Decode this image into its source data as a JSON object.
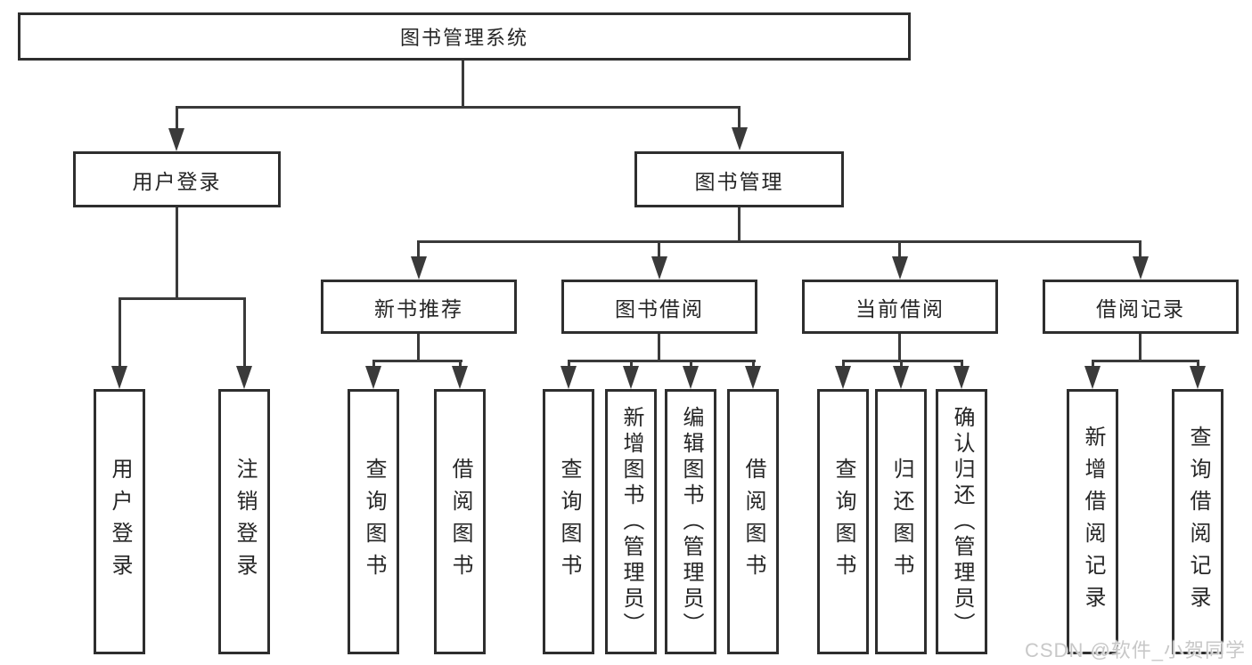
{
  "nodes": {
    "root": "图书管理系统",
    "user_login": "用户登录",
    "book_mgmt": "图书管理",
    "new_book_rec": "新书推荐",
    "book_borrow": "图书借阅",
    "current_borrow": "当前借阅",
    "borrow_record": "借阅记录",
    "leaves": {
      "user_login": [
        "用户登录",
        "注销登录"
      ],
      "new_book_rec": [
        "查询图书",
        "借阅图书"
      ],
      "book_borrow": [
        "查询图书",
        "新增图书（管理员）",
        "编辑图书（管理员）",
        "借阅图书"
      ],
      "current_borrow": [
        "查询图书",
        "归还图书",
        "确认归还（管理员）"
      ],
      "borrow_record": [
        "新增借阅记录",
        "查询借阅记录"
      ]
    }
  },
  "watermark": "CSDN @软件_小贺同学",
  "colors": {
    "line": "#3a3a3a",
    "box_border": "#2e2e2e",
    "text": "#262626",
    "background": "#ffffff",
    "watermark": "#c8c8c8"
  }
}
